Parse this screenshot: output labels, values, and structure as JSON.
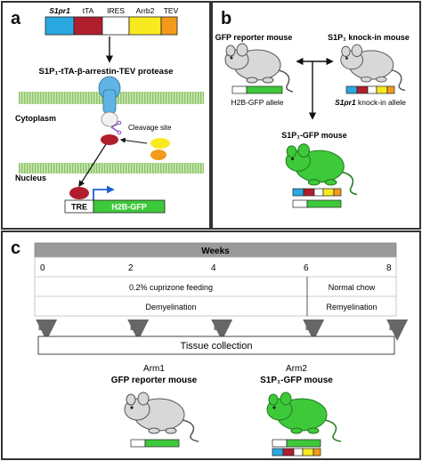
{
  "panel_a": {
    "label": "a",
    "construct": [
      "S1pr1",
      "tTA",
      "IRES",
      "Arrb2",
      "TEV"
    ],
    "protease_title": "S1P₁-tTA-β-arrestin-TEV protease",
    "cytoplasm": "Cytoplasm",
    "cleavage_site": "Cleavage site",
    "nucleus": "Nucleus",
    "tre": "TRE",
    "reporter": "H2B-GFP"
  },
  "panel_b": {
    "label": "b",
    "gfp_reporter_mouse": "GFP reporter mouse",
    "knockin_mouse": "S1P₁ knock-in mouse",
    "h2b_gfp_allele": "H2B-GFP allele",
    "knockin_allele": "S1pr1 knock-in allele",
    "s1p1_gfp_mouse": "S1P₁-GFP mouse"
  },
  "panel_c": {
    "label": "c",
    "weeks_title": "Weeks",
    "week_ticks": [
      "0",
      "2",
      "4",
      "6",
      "8"
    ],
    "cuprizone": "0.2% cuprizone feeding",
    "normal_chow": "Normal chow",
    "demyelination": "Demyelination",
    "remyelination": "Remyelination",
    "tissue_collection": "Tissue collection",
    "arm1_label": "Arm1",
    "arm1_mouse": "GFP reporter mouse",
    "arm2_label": "Arm2",
    "arm2_mouse": "S1P₁-GFP mouse"
  },
  "colors": {
    "s1pr1_blue": "#29a9e0",
    "tta_red": "#b01e2e",
    "ires_white": "#ffffff",
    "arrb2_yellow": "#f8ea1f",
    "tev_orange": "#f39a1d",
    "gfp_green": "#3ec93a",
    "membrane_green": "#a9d68a",
    "weeks_header": "#9a9a9a",
    "receptor_blue": "#5fb4e3"
  }
}
